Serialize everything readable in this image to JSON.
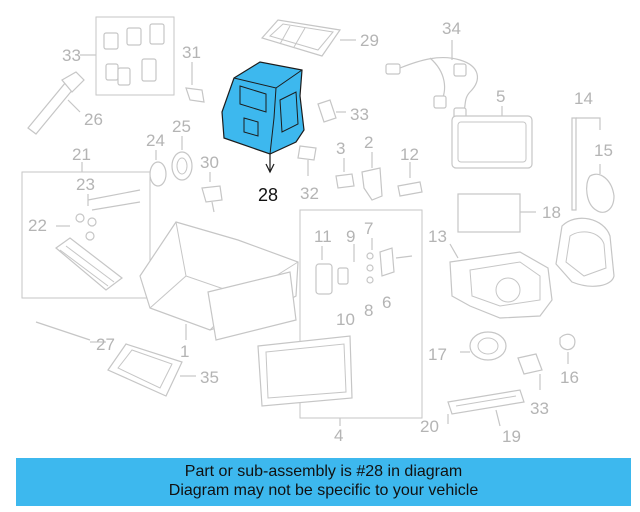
{
  "diagram": {
    "highlight_color": "#3db8ee",
    "highlighted_part": "28",
    "callouts": [
      "33",
      "31",
      "29",
      "34",
      "26",
      "24",
      "25",
      "33",
      "5",
      "14",
      "21",
      "30",
      "2",
      "3",
      "12",
      "15",
      "23",
      "28",
      "32",
      "22",
      "11",
      "9",
      "7",
      "13",
      "18",
      "6",
      "8",
      "10",
      "1",
      "27",
      "17",
      "35",
      "16",
      "20",
      "33",
      "4",
      "19"
    ]
  },
  "banner": {
    "line1": "Part or sub-assembly is #28 in diagram",
    "line2": "Diagram may not be specific to your vehicle",
    "color": "#3db8ee"
  }
}
